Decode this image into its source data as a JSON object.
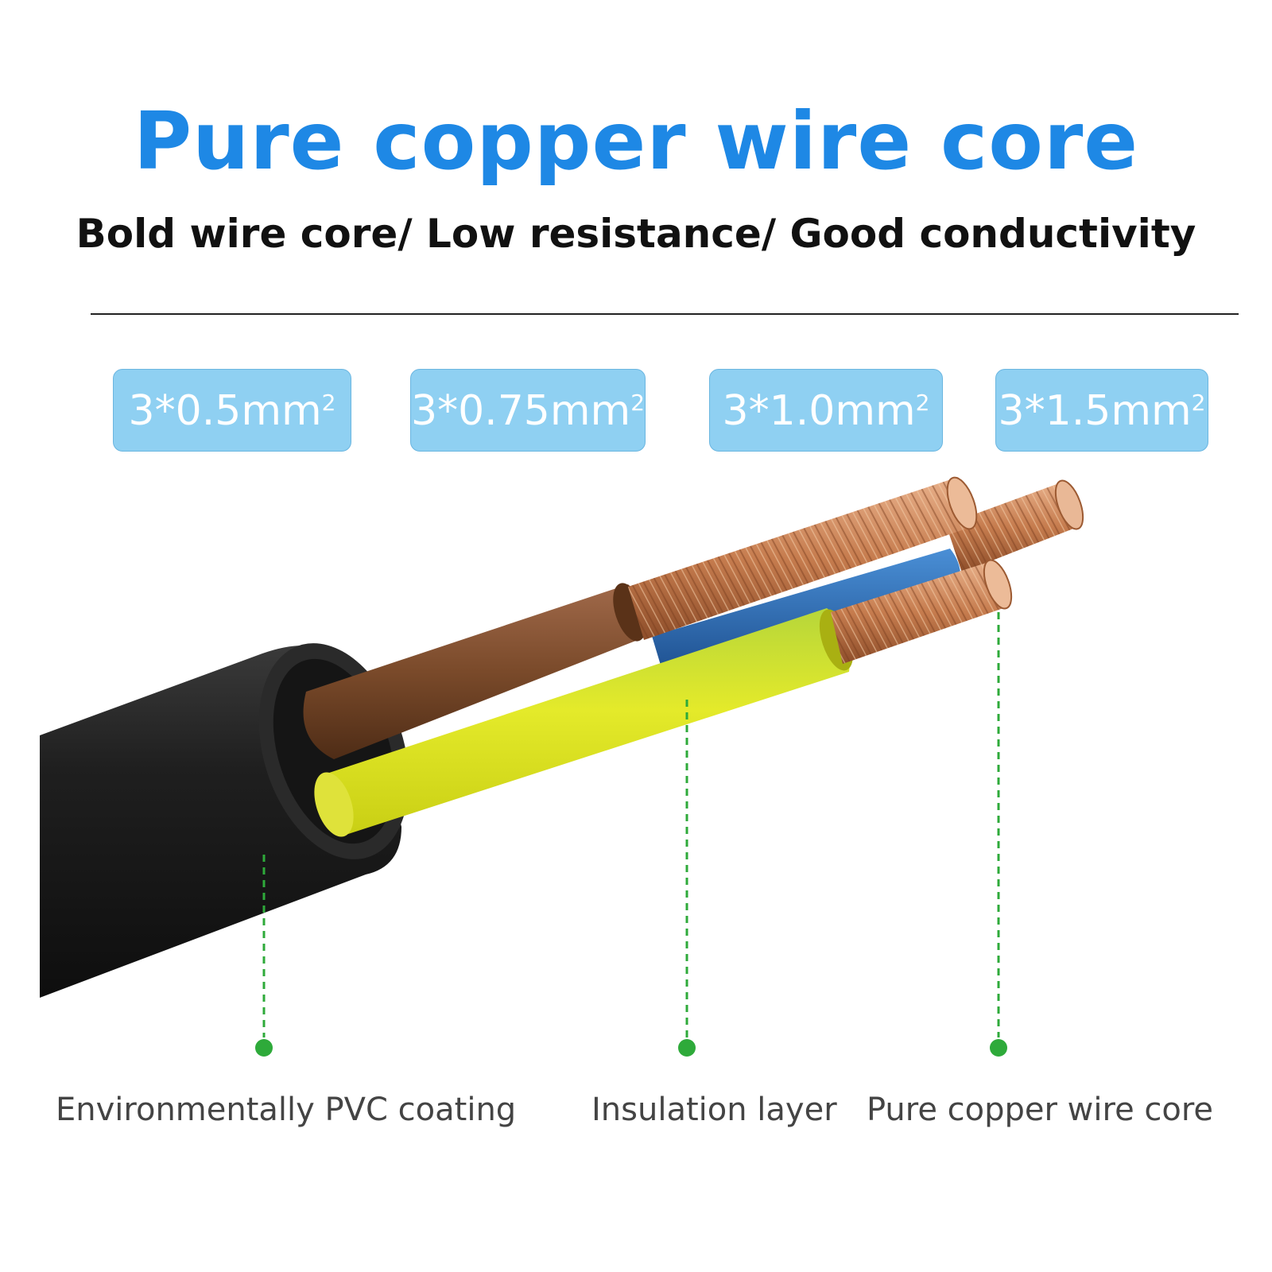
{
  "title": "Pure copper wire core",
  "subtitle": "Bold wire core/ Low resistance/ Good conductivity",
  "specs": [
    {
      "base": "3*0.5mm",
      "exp": "2"
    },
    {
      "base": "3*0.75mm",
      "exp": "2"
    },
    {
      "base": "3*1.0mm",
      "exp": "2"
    },
    {
      "base": "3*1.5mm",
      "exp": "2"
    }
  ],
  "callouts": {
    "pvc": "Environmentally PVC coating",
    "insulation": "Insulation layer",
    "copper": "Pure copper wire core"
  },
  "colors": {
    "title": "#1e88e5",
    "spec_fill": "#8fd0f2",
    "sheath": "#1a1a1a",
    "brown": "#7a4a2a",
    "blue": "#2f6fb8",
    "yellow_green": "#d6e42a",
    "copper": "#d08a5c",
    "leader": "#2eaa3a"
  }
}
